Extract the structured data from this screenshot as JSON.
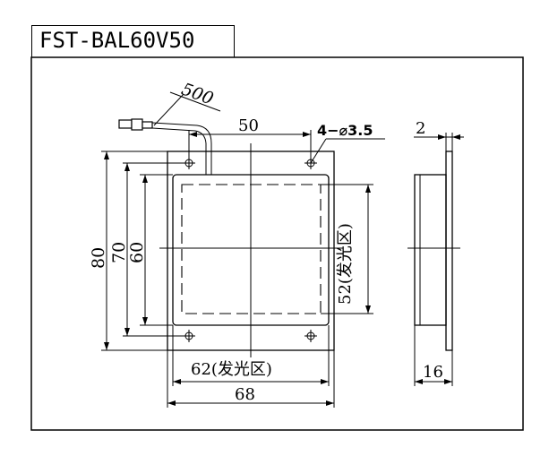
{
  "title": "FST-BAL60V50",
  "dimensions": {
    "cable_length": "500",
    "hole_spacing": "50",
    "holes": "4−⌀3.5",
    "thickness": "2",
    "height_80": "80",
    "height_70": "70",
    "height_60": "60",
    "emit_height": "52(发光区)",
    "emit_width": "62(发光区)",
    "width_68": "68",
    "depth_16": "16"
  },
  "colors": {
    "line": "#000000",
    "background": "#ffffff"
  }
}
